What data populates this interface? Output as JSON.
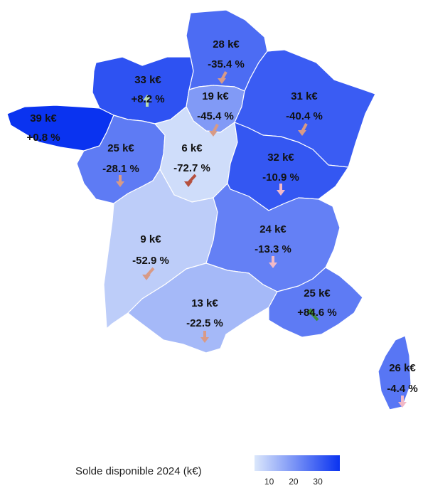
{
  "legend": {
    "title": "Solde disponible 2024 (k€)",
    "ticks": [
      10,
      20,
      30
    ],
    "range": [
      4,
      39
    ],
    "color_low": "#dbe7fb",
    "color_high": "#0a33f0"
  },
  "arrow_colors": {
    "strong_decrease": "#b5503f",
    "decrease": "#d89a86",
    "mild_decrease": "#f2b9c7",
    "increase": "#b9dcb0",
    "strong_increase": "#3f8d3a"
  },
  "regions": [
    {
      "id": "hauts-de-france",
      "value": 28,
      "value_label": "28 k€",
      "change": -35.4,
      "change_label": "-35.4 %",
      "arrow": "decrease"
    },
    {
      "id": "normandie",
      "value": 33,
      "value_label": "33 k€",
      "change": 8.2,
      "change_label": "+8.2 %",
      "arrow": "increase"
    },
    {
      "id": "ile-de-france",
      "value": 19,
      "value_label": "19 k€",
      "change": -45.4,
      "change_label": "-45.4 %",
      "arrow": "decrease"
    },
    {
      "id": "grand-est",
      "value": 31,
      "value_label": "31 k€",
      "change": -40.4,
      "change_label": "-40.4 %",
      "arrow": "decrease"
    },
    {
      "id": "bretagne",
      "value": 39,
      "value_label": "39 k€",
      "change": 0.8,
      "change_label": "+0.8 %",
      "arrow": "none"
    },
    {
      "id": "pays-de-la-loire",
      "value": 25,
      "value_label": "25 k€",
      "change": -28.1,
      "change_label": "-28.1 %",
      "arrow": "decrease"
    },
    {
      "id": "centre-val-de-loire",
      "value": 6,
      "value_label": "6 k€",
      "change": -72.7,
      "change_label": "-72.7 %",
      "arrow": "strong_decrease"
    },
    {
      "id": "bourgogne-franche-comte",
      "value": 32,
      "value_label": "32 k€",
      "change": -10.9,
      "change_label": "-10.9 %",
      "arrow": "mild_decrease"
    },
    {
      "id": "nouvelle-aquitaine",
      "value": 9,
      "value_label": "9 k€",
      "change": -52.9,
      "change_label": "-52.9 %",
      "arrow": "decrease"
    },
    {
      "id": "auvergne-rhone-alpes",
      "value": 24,
      "value_label": "24 k€",
      "change": -13.3,
      "change_label": "-13.3 %",
      "arrow": "mild_decrease"
    },
    {
      "id": "occitanie",
      "value": 13,
      "value_label": "13 k€",
      "change": -22.5,
      "change_label": "-22.5 %",
      "arrow": "decrease"
    },
    {
      "id": "provence-alpes-cote-d-azur",
      "value": 25,
      "value_label": "25 k€",
      "change": 84.6,
      "change_label": "+84.6 %",
      "arrow": "strong_increase"
    },
    {
      "id": "corse",
      "value": 26,
      "value_label": "26 k€",
      "change": -4.4,
      "change_label": "-4.4 %",
      "arrow": "mild_decrease"
    }
  ]
}
